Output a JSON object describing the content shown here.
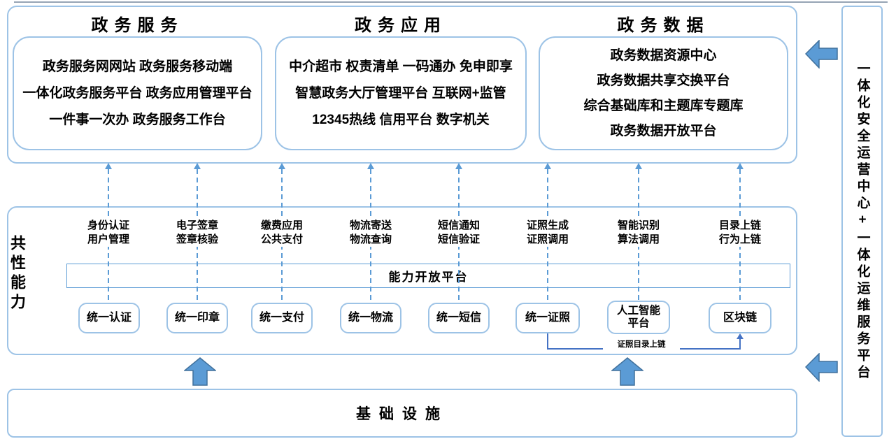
{
  "colors": {
    "box_border_light": "#9DC3E6",
    "line_blue": "#5B9BD5",
    "connector_blue": "#4472C4",
    "arrow_fill": "#5B9BD5",
    "arrow_stroke": "#41719C",
    "text": "#000000"
  },
  "top_section": {
    "groups": [
      {
        "title": "政务服务",
        "lines": [
          "政务服务网网站 政务服务移动端",
          "一体化政务服务平台 政务应用管理平台",
          "一件事一次办 政务服务工作台"
        ]
      },
      {
        "title": "政务应用",
        "lines": [
          "中介超市 权责清单 一码通办 免申即享",
          "智慧政务大厅管理平台 互联网+监管",
          "12345热线 信用平台 数字机关"
        ]
      },
      {
        "title": "政务数据",
        "lines": [
          "政务数据资源中心",
          "政务数据共享交换平台",
          "综合基础库和主题库专题库",
          "政务数据开放平台"
        ]
      }
    ]
  },
  "capability_section": {
    "side_label": "共性能力",
    "open_platform_label": "能力开放平台",
    "columns": [
      {
        "lines": [
          "身份认证",
          "用户管理"
        ],
        "box_lines": [
          "统一认证"
        ]
      },
      {
        "lines": [
          "电子签章",
          "签章核验"
        ],
        "box_lines": [
          "统一印章"
        ]
      },
      {
        "lines": [
          "缴费应用",
          "公共支付"
        ],
        "box_lines": [
          "统一支付"
        ]
      },
      {
        "lines": [
          "物流寄送",
          "物流查询"
        ],
        "box_lines": [
          "统一物流"
        ]
      },
      {
        "lines": [
          "短信通知",
          "短信验证"
        ],
        "box_lines": [
          "统一短信"
        ]
      },
      {
        "lines": [
          "证照生成",
          "证照调用"
        ],
        "box_lines": [
          "统一证照"
        ]
      },
      {
        "lines": [
          "智能识别",
          "算法调用"
        ],
        "box_lines": [
          "人工智能",
          "平台"
        ]
      },
      {
        "lines": [
          "目录上链",
          "行为上链"
        ],
        "box_lines": [
          "区块链"
        ]
      }
    ],
    "connector_label": "证照目录上链"
  },
  "infrastructure": {
    "label": "基础设施"
  },
  "right_panel": {
    "label": "一体化安全运营中心+一体化运维服务平台"
  }
}
